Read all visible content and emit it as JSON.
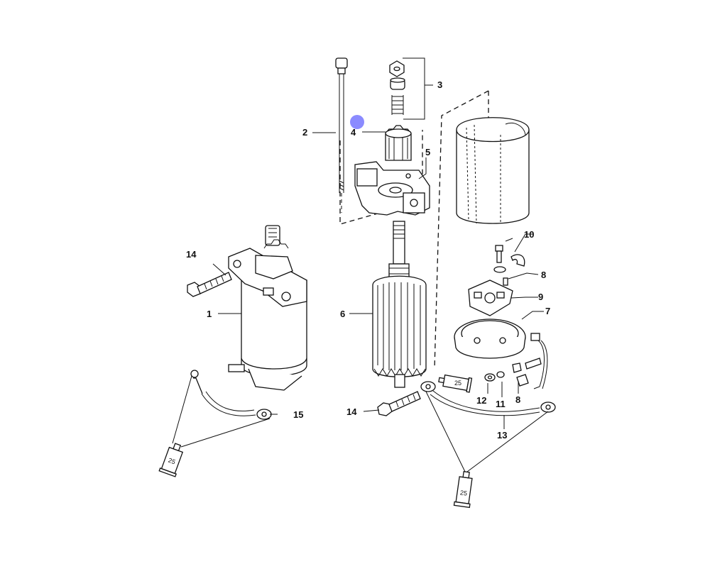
{
  "diagram": {
    "callouts": [
      "1",
      "2",
      "3",
      "4",
      "5",
      "6",
      "7",
      "8",
      "9",
      "10",
      "11",
      "12",
      "13",
      "14",
      "15"
    ],
    "repeat_callouts": {
      "c8b": "8",
      "c14b": "14"
    },
    "sealant_tubes": [
      "25",
      "25",
      "25"
    ],
    "cursor_color": "#8b8bff"
  }
}
